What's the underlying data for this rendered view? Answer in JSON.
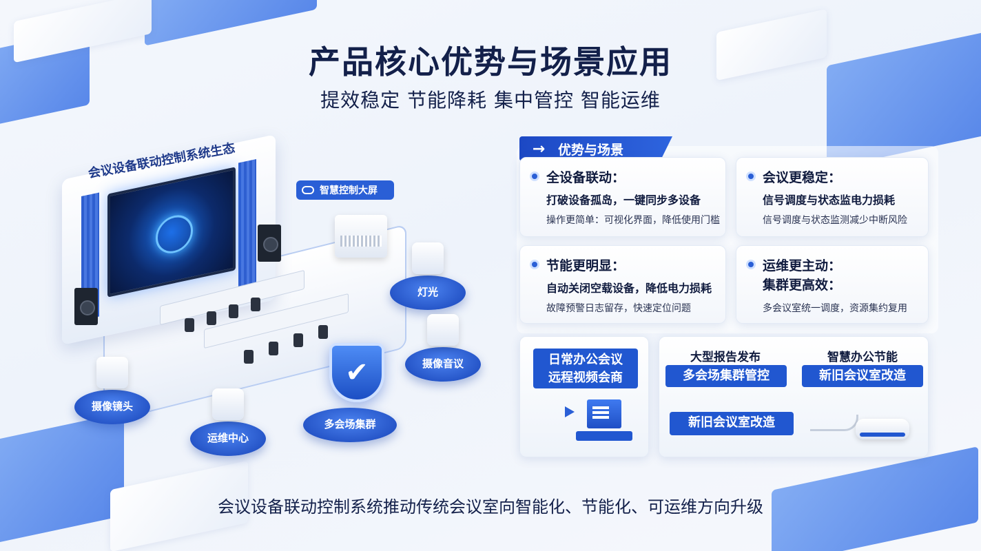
{
  "header": {
    "title": "产品核心优势与场景应用",
    "subtitle": "提效稳定 节能降耗 集中管控 智能运维"
  },
  "scene": {
    "label": "会议设备联动控制系统生态",
    "screen_tag": "智慧控制大屏",
    "nodes": {
      "light": "灯光",
      "camera_right": "摄像音议",
      "camera_left": "摄像镜头",
      "ops": "运维中心",
      "cluster": "多会场集群"
    }
  },
  "panel": {
    "tab_label": "优势与场景",
    "cards": [
      {
        "title": "全设备联动：",
        "line1": "打破设备孤岛，一键同步多设备",
        "line2": "操作更简单：可视化界面，降低使用门槛"
      },
      {
        "title": "会议更稳定：",
        "line1": "信号调度与状态监电力损耗",
        "line2": "信号调度与状态监测减少中断风险"
      },
      {
        "title": "节能更明显：",
        "line1": "自动关闭空载设备，降低电力损耗",
        "line2": "故障预警日志留存，快速定位问题"
      },
      {
        "title": "运维更主动：",
        "title2": "集群更高效：",
        "line2": "多会议室统一调度，资源集约复用"
      }
    ]
  },
  "scenarios": {
    "daily": {
      "line1": "日常办公会议",
      "line2": "远程视频会商"
    },
    "report": {
      "head": "大型报告发布",
      "btn1": "多会场集群管控",
      "btn2": "新旧会议室改造"
    },
    "smart": {
      "head": "智慧办公节能",
      "btn1": "新旧会议室改造"
    }
  },
  "footer": "会议设备联动控制系统推动传统会议室向智能化、节能化、可运维方向升级",
  "colors": {
    "accent": "#2157d0",
    "title": "#13204a"
  },
  "icons": [
    "location-pin-icon",
    "shield-check-icon",
    "monitor-icon",
    "play-icon",
    "remote-control-icon",
    "speaker-icon",
    "camera-icon",
    "air-conditioner-icon"
  ]
}
